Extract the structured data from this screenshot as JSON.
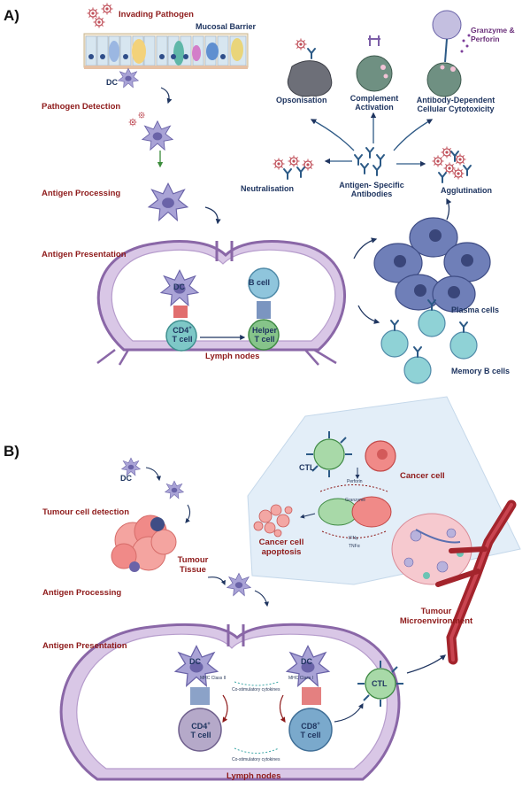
{
  "panel_a": {
    "tag": "A)",
    "invading_pathogen": "Invading Pathogen",
    "mucosal_barrier": "Mucosal Barrier",
    "dc": "DC",
    "pathogen_detection": "Pathogen Detection",
    "antigen_processing": "Antigen Processing",
    "antigen_presentation": "Antigen Presentation",
    "node_dc": "DC",
    "b_cell": "B cell",
    "cd4_line1": "CD4",
    "cd4_sup": "+",
    "cd4_line2": "T cell",
    "helper_line1": "Helper",
    "helper_line2": "T cell",
    "lymph_nodes": "Lymph nodes",
    "opsonisation": "Opsonisation",
    "complement_line1": "Complement",
    "complement_line2": "Activation",
    "adcc_line1": "Antibody-Dependent",
    "adcc_line2": "Cellular Cytotoxicity",
    "granzyme_line1": "Granzyme &",
    "granzyme_line2": "Perforin",
    "neutralisation": "Neutralisation",
    "antibodies_line1": "Antigen- Specific",
    "antibodies_line2": "Antibodies",
    "agglutination": "Agglutination",
    "plasma_cells": "Plasma cells",
    "memory_b_cells": "Memory B cells"
  },
  "panel_b": {
    "tag": "B)",
    "dc": "DC",
    "tumour_cell_detection": "Tumour cell detection",
    "tumour_tissue_line1": "Tumour",
    "tumour_tissue_line2": "Tissue",
    "antigen_processing": "Antigen Processing",
    "antigen_presentation": "Antigen Presentation",
    "ctl": "CTL",
    "cancer_cell": "Cancer cell",
    "perforin": "Perforin",
    "granzyme": "Granzyme",
    "ifn": "IFNγ",
    "tnf": "TNFα",
    "apoptosis_line1": "Cancer cell",
    "apoptosis_line2": "apoptosis",
    "microenv_line1": "Tumour",
    "microenv_line2": "Microenvironment",
    "node_dc_left": "DC",
    "node_dc_right": "DC",
    "mhc_class2": "MHC Class II",
    "mhc_class1": "MHC Class I",
    "costim_top": "Co-stimulatory cytokines",
    "costim_bottom": "Co-stimulatory cytokines",
    "cd4_line1": "CD4",
    "cd4_sup": "+",
    "cd4_line2": "T cell",
    "cd8_line1": "CD8",
    "cd8_sup": "+",
    "cd8_line2": "T cell",
    "node_ctl": "CTL",
    "lymph_nodes": "Lymph nodes"
  },
  "colors": {
    "red_label": "#8e1a1a",
    "navy_label": "#1f3560",
    "lymph_node": "#9b7bb5",
    "dc_cell": "#a9a3d6",
    "cd4_cell": "#7ec8c7",
    "helper_cell": "#86c48a",
    "b_cell": "#8fc5dc",
    "plasma_cell": "#6f7fb8",
    "cancer_cell": "#f08a88",
    "blood_vessel": "#a3242c"
  }
}
